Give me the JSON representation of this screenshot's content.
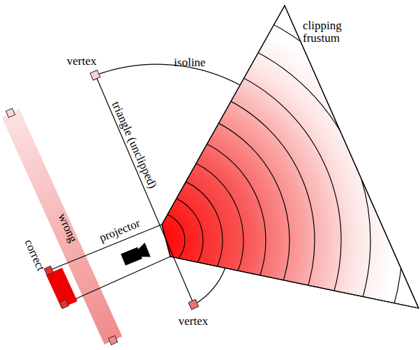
{
  "diagram": {
    "labels": [
      "clipping frustum",
      "vertex",
      "isoline",
      "triangle (unclipped)",
      "wrong",
      "correct",
      "projector",
      "vertex"
    ]
  }
}
